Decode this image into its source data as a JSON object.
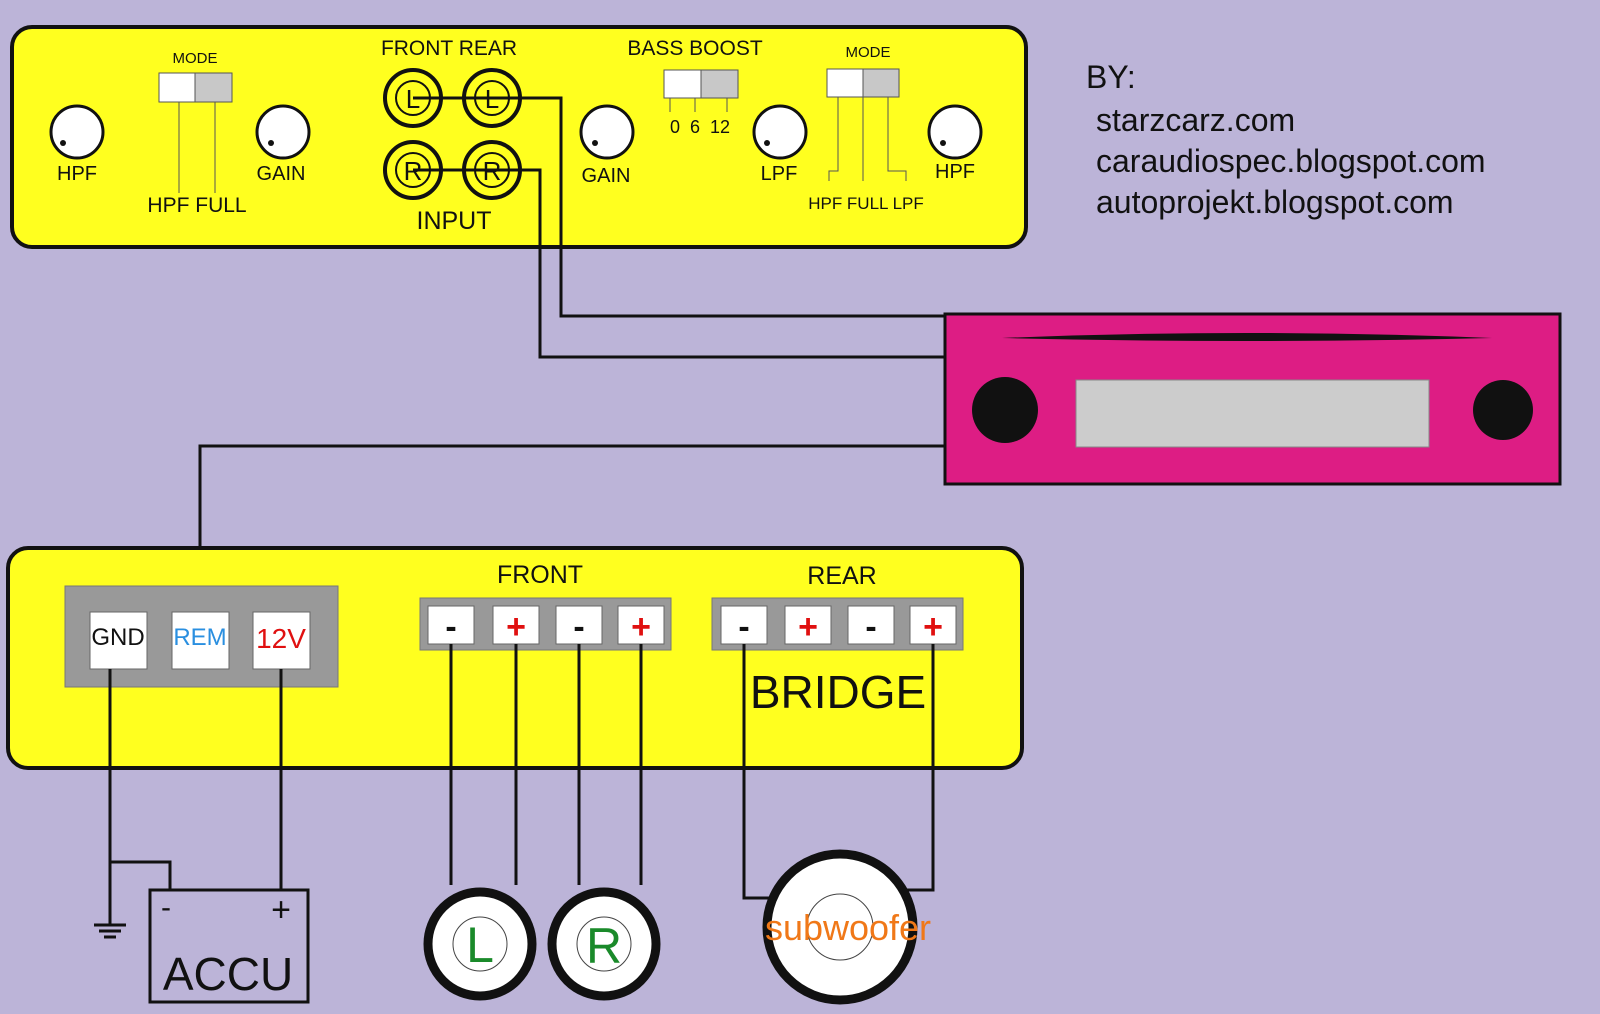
{
  "control_panel": {
    "mode_left": "MODE",
    "hpf_left": "HPF",
    "mode_left_options": "HPF FULL",
    "gain_left": "GAIN",
    "front_rear": "FRONT REAR",
    "jack_l": "L",
    "jack_r": "R",
    "input": "INPUT",
    "gain_right": "GAIN",
    "bass_boost": "BASS BOOST",
    "bass_boost_values": "0  6  12",
    "lpf": "LPF",
    "mode_right": "MODE",
    "mode_right_options": "HPF FULL LPF",
    "hpf_right": "HPF"
  },
  "credits": {
    "by": "BY:",
    "sites": [
      "starzcarz.com",
      "caraudiospec.blogspot.com",
      "autoprojekt.blogspot.com"
    ]
  },
  "power_panel": {
    "gnd": "GND",
    "rem": "REM",
    "v12": "12V",
    "front": "FRONT",
    "rear": "REAR",
    "minus": "-",
    "plus": "+",
    "bridge": "BRIDGE"
  },
  "battery": {
    "minus": "-",
    "plus": "+",
    "label": "ACCU"
  },
  "speakers": {
    "left": "L",
    "right": "R",
    "subwoofer": "subwoofer"
  },
  "colors": {
    "panel_yellow": "#ffff1f",
    "head_unit": "#dd1d84",
    "background": "#bcb4d8",
    "rem_blue": "#2a8fe0",
    "v12_red": "#e01010",
    "speaker_green": "#1a8a2a",
    "sub_orange": "#f07818"
  }
}
